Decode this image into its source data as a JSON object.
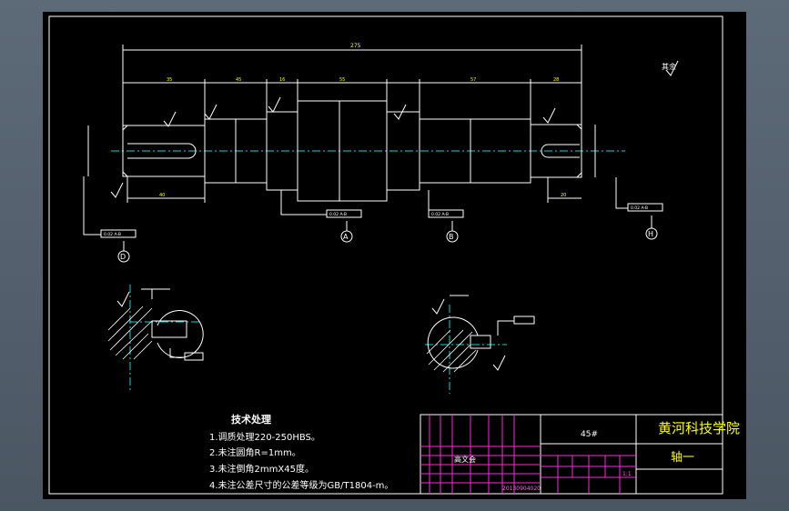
{
  "drawing": {
    "dimensions": {
      "overall_length": "275",
      "seg_left_end": "35",
      "seg_2": "45",
      "seg_3": "16",
      "seg_4": "55",
      "seg_5": "57",
      "seg_right_end": "28",
      "keyway_length": "40",
      "keyway_length_right": "20"
    },
    "datums": [
      "D",
      "A",
      "B",
      "H"
    ],
    "tolerance_frames": [
      "0.02 A-B",
      "0.02 A-B",
      "0.02 A-B",
      "0.02 A-B"
    ],
    "surface_finish_note": "其余",
    "tech_requirements": {
      "title": "技术处理",
      "items": [
        "1.调质处理220-250HBS。",
        "2.未注圆角R=1mm。",
        "3.未注倒角2mmX45度。",
        "4.未注公差尺寸的公差等级为GB/T1804-m。"
      ]
    },
    "title_block": {
      "school": "黄河科技学院",
      "part_name": "轴一",
      "material": "45#",
      "designer": "高文会",
      "scale": "1:1",
      "drawing_no": "20130904020"
    }
  },
  "colors": {
    "outline": "#ffffff",
    "center_line": "#00d8d8",
    "title_block": "#ff2bd6",
    "frame": "#ffffff",
    "text_yellow": "#ffff00"
  }
}
